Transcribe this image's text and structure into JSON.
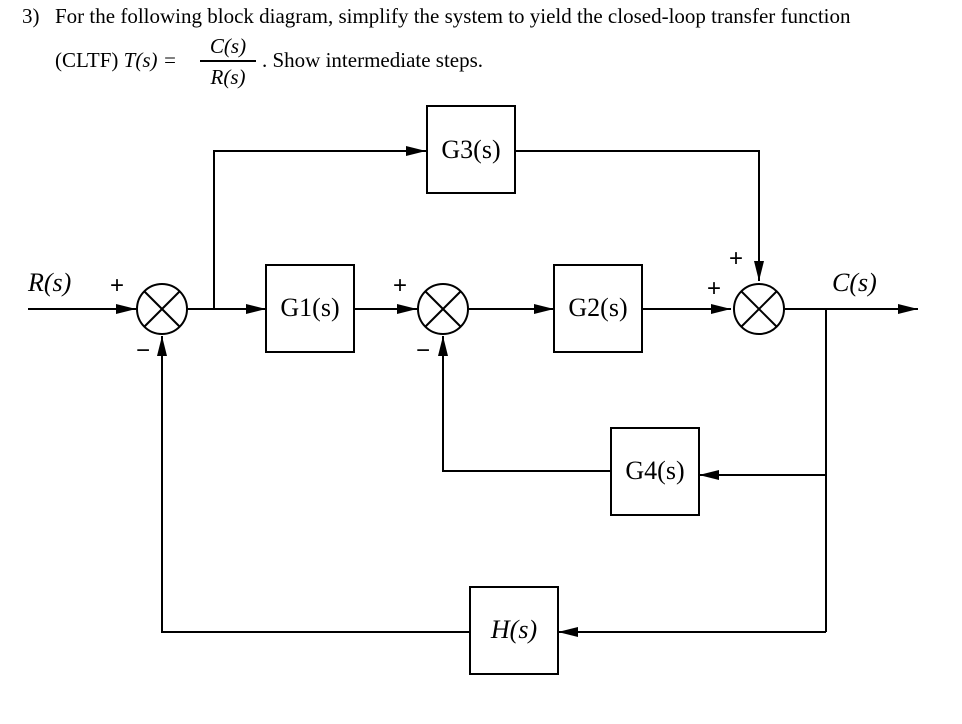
{
  "problem": {
    "number": "3)",
    "line1": "For the following block diagram, simplify the system to yield the closed-loop transfer function",
    "cltf_prefix": "(CLTF)",
    "tf_symbol": "T(s) =",
    "numerator": "C(s)",
    "denominator": "R(s)",
    "rest": ". Show intermediate steps."
  },
  "diagram": {
    "input_label": "R(s)",
    "output_label": "C(s)",
    "blocks": {
      "g1": "G1(s)",
      "g2": "G2(s)",
      "g3": "G3(s)",
      "g4": "G4(s)",
      "h": "H(s)"
    },
    "signs": {
      "sj1_input": "+",
      "sj1_feedback": "−",
      "sj2_input": "+",
      "sj2_feedback": "−",
      "sj3_top": "+",
      "sj3_left": "+"
    }
  }
}
